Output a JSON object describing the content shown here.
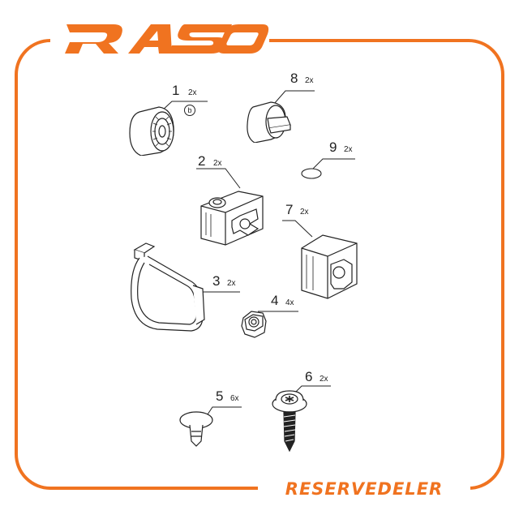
{
  "brand": {
    "logo_text": "RASO",
    "footer_text": "RESERVEDELER",
    "accent_color": "#f07320",
    "line_color": "#222222"
  },
  "parts": [
    {
      "number": "1",
      "qty": "2x",
      "note": "b",
      "icon": "rubber-bushing-icon"
    },
    {
      "number": "2",
      "qty": "2x",
      "icon": "mounting-block-icon"
    },
    {
      "number": "3",
      "qty": "2x",
      "icon": "strap-clamp-icon"
    },
    {
      "number": "4",
      "qty": "4x",
      "icon": "hex-nut-icon"
    },
    {
      "number": "5",
      "qty": "6x",
      "icon": "push-clip-icon"
    },
    {
      "number": "6",
      "qty": "2x",
      "icon": "flange-screw-icon"
    },
    {
      "number": "7",
      "qty": "2x",
      "icon": "mounting-block-large-icon"
    },
    {
      "number": "8",
      "qty": "2x",
      "icon": "bushing-with-tab-icon"
    },
    {
      "number": "9",
      "qty": "2x",
      "icon": "washer-icon"
    }
  ]
}
